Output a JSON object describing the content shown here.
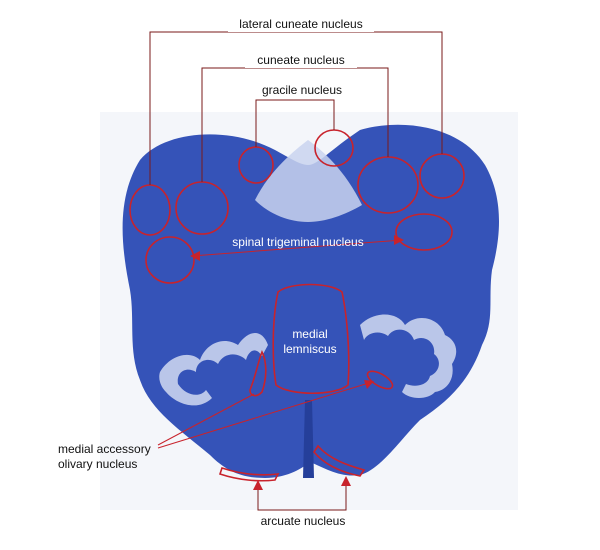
{
  "colors": {
    "accent": "#c8232c",
    "accent_dark": "#7a1a1a",
    "tissue": "#3553b8",
    "tissue_dark": "#253f9a",
    "pale": "#c9d3ee",
    "slide_bg": "#f4f6fa"
  },
  "labels": {
    "lateral_cuneate": "lateral cuneate nucleus",
    "cuneate": "cuneate nucleus",
    "gracile": "gracile nucleus",
    "spinal_trigeminal": "spinal trigeminal nucleus",
    "medial_lemniscus_line1": "medial",
    "medial_lemniscus_line2": "lemniscus",
    "medial_accessory_line1": "medial accessory",
    "medial_accessory_line2": "olivary nucleus",
    "arcuate": "arcuate nucleus"
  }
}
